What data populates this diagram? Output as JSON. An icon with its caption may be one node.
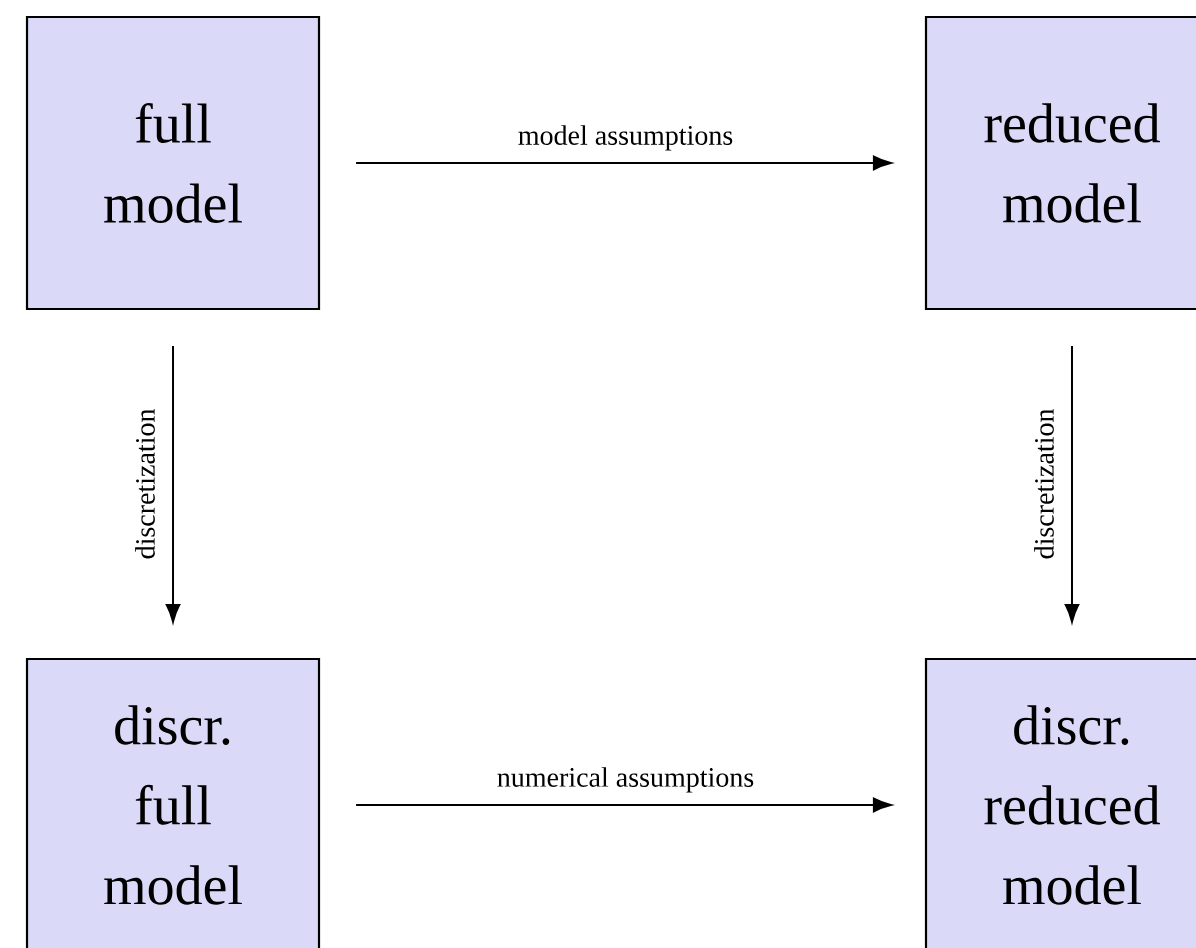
{
  "diagram": {
    "nodes": [
      {
        "text": [
          "full model"
        ]
      },
      {
        "text": [
          "reduced model"
        ]
      },
      {
        "text": [
          "discr. full model"
        ]
      },
      {
        "text": [
          "discr. reduced model"
        ]
      }
    ],
    "edges": [
      {
        "from": 0,
        "to": 1,
        "arrow": "to",
        "label": "model assumptions"
      },
      {
        "from": 0,
        "to": 2,
        "arrow": "to",
        "label": "discretization"
      },
      {
        "from": 1,
        "to": 3,
        "arrow": "to",
        "label": "discretization"
      },
      {
        "from": 2,
        "to": 3,
        "arrow": "to",
        "label": "numerical assumptions"
      }
    ]
  }
}
